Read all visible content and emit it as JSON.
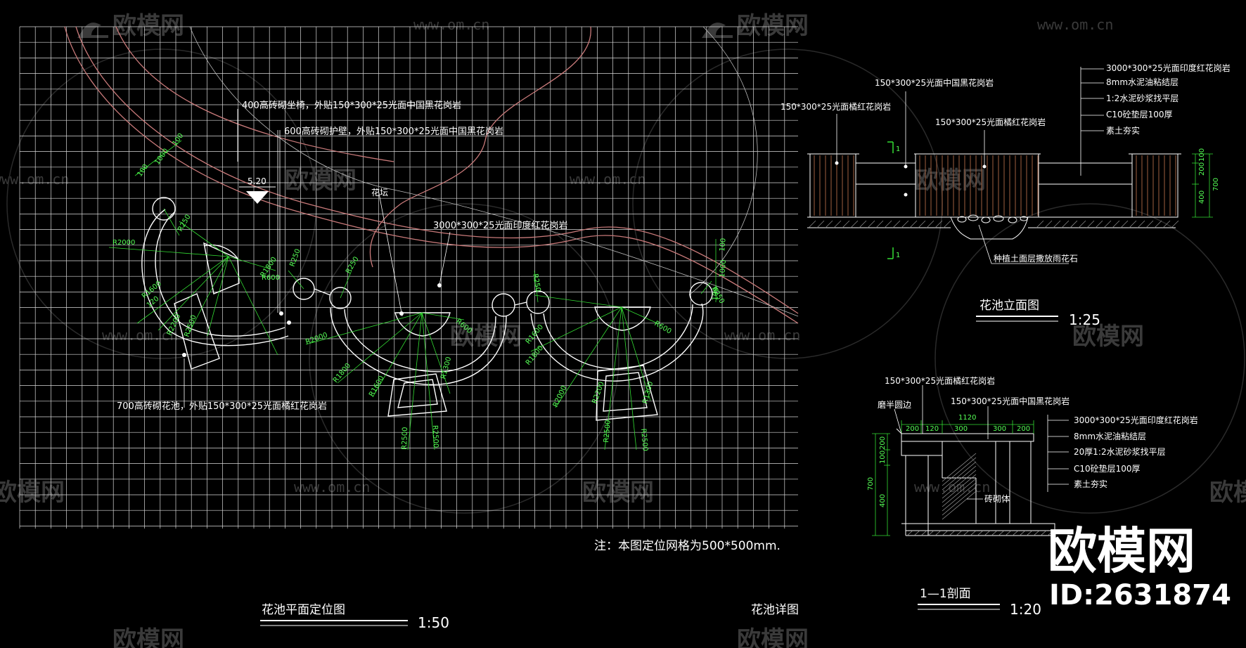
{
  "plan": {
    "labels": [
      "400高砖砌坐椅，外贴150*300*25光面中国黑花岗岩",
      "600高砖砌护壁，外贴150*300*25光面中国黑花岗岩",
      "花坛",
      "3000*300*25光面印度红花岗岩",
      "700高砖砌花池，外贴150*300*25光面橘红花岗岩"
    ],
    "level_mark": "5.20",
    "note": "注：本图定位网格为500*500mm.",
    "title": "花池平面定位图",
    "scale": "1:50",
    "detail_title": "花池详图",
    "dims": [
      "R2000",
      "R250",
      "R1800",
      "R600",
      "120",
      "R1600",
      "R2200",
      "R2500",
      "R250",
      "R250",
      "R2000",
      "R1800",
      "R1600",
      "R600",
      "R1300",
      "R2500",
      "R2500",
      "R250",
      "R2000",
      "R1800",
      "R1600",
      "R600",
      "R2200",
      "R1300",
      "R2500",
      "R2500",
      "100",
      "1000",
      "100",
      "100",
      "1000",
      "100",
      "R250"
    ]
  },
  "elevation": {
    "labels": [
      "150*300*25光面中国黑花岗岩",
      "150*300*25光面橘红花岗岩",
      "150*300*25光面橘红花岗岩",
      "3000*300*25光面印度红花岗岩",
      "8mm水泥油粘结层",
      "1:2水泥砂浆找平层",
      "C10砼垫层100厚",
      "素土夯实",
      "种植土面层撒放雨花石"
    ],
    "section_mark": "1",
    "title": "花池立面图",
    "scale": "1:25",
    "dims": [
      "200",
      "100",
      "400",
      "700"
    ]
  },
  "section": {
    "labels": [
      "150*300*25光面橘红花岗岩",
      "磨半圆边",
      "150*300*25光面中国黑花岗岩",
      "3000*300*25光面印度红花岗岩",
      "8mm水泥油粘结层",
      "20厚1:2水泥砂浆找平层",
      "C10砼垫层100厚",
      "素土夯实",
      "砖砌体"
    ],
    "top_dim": "1120",
    "dims": [
      "200",
      "120",
      "300",
      "300",
      "200"
    ],
    "vdims": [
      "200",
      "100",
      "700",
      "400"
    ],
    "title": "1—1剖面",
    "scale": "1:20"
  },
  "watermark": {
    "logo": "欧模网",
    "site": "www.om.cn",
    "brand": "欧模网",
    "id": "ID:2631874"
  },
  "colors": {
    "grid": "#d9d9d9",
    "dim": "#33dd33",
    "contour": "#c97a7a",
    "line": "#ffffff",
    "wood": "#a06040"
  }
}
